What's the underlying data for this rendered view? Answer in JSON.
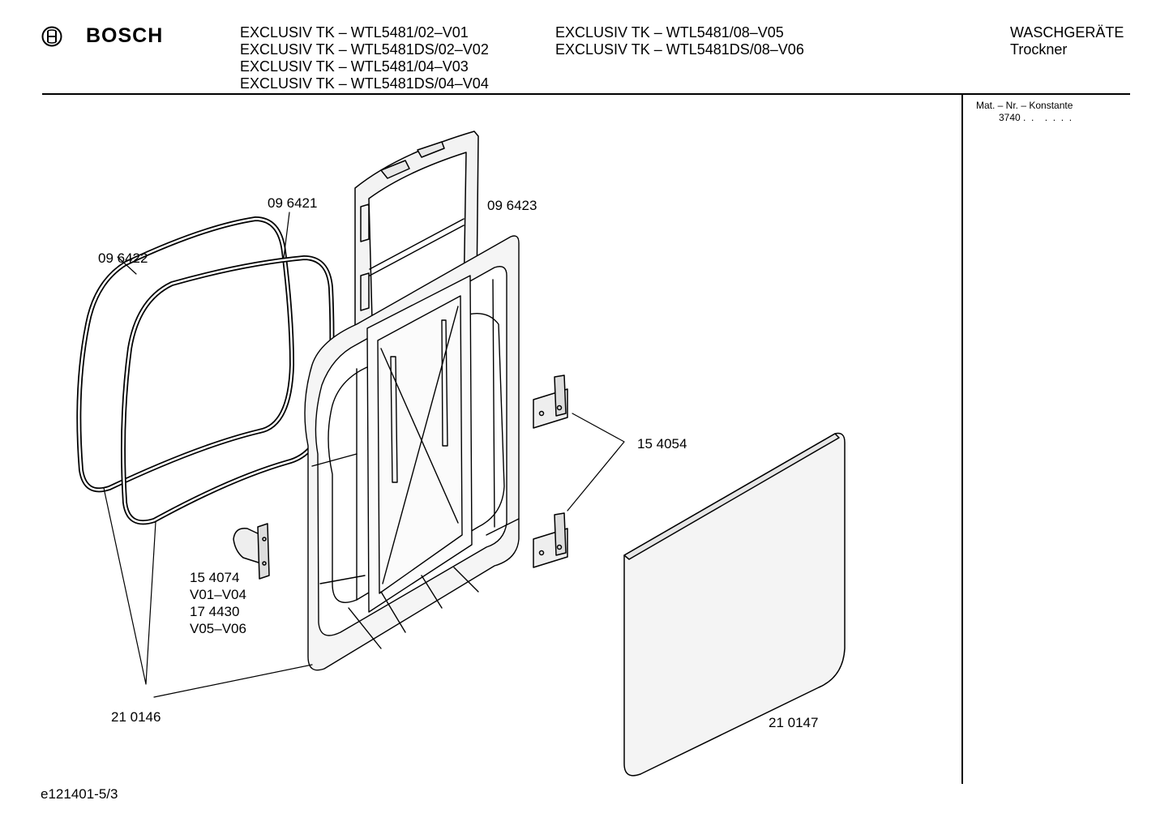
{
  "brand": {
    "name": "BOSCH",
    "logo_icon": "bosch-armature-icon"
  },
  "header": {
    "models_col1": [
      "EXCLUSIV TK – WTL5481/02–V01",
      "EXCLUSIV TK – WTL5481DS/02–V02",
      "EXCLUSIV TK – WTL5481/04–V03",
      "EXCLUSIV TK – WTL5481DS/04–V04"
    ],
    "models_col2": [
      "EXCLUSIV TK – WTL5481/08–V05",
      "EXCLUSIV TK – WTL5481DS/08–V06"
    ],
    "category": "WASCHGERÄTE",
    "subcategory": "Trockner"
  },
  "sidebar": {
    "mat_label": "Mat. – Nr. – Konstante",
    "mat_value": "3740 .  .    .  .  .  ."
  },
  "parts": {
    "p096421": "09 6421",
    "p096422": "09 6422",
    "p096423": "09 6423",
    "p154054": "15 4054",
    "p154074": "15 4074",
    "v0104": "V01–V04",
    "p174430": "17 4430",
    "v0506": "V05–V06",
    "p210146": "21 0146",
    "p210147": "21 0147"
  },
  "footer": {
    "doc_id": "e121401-5/3"
  }
}
